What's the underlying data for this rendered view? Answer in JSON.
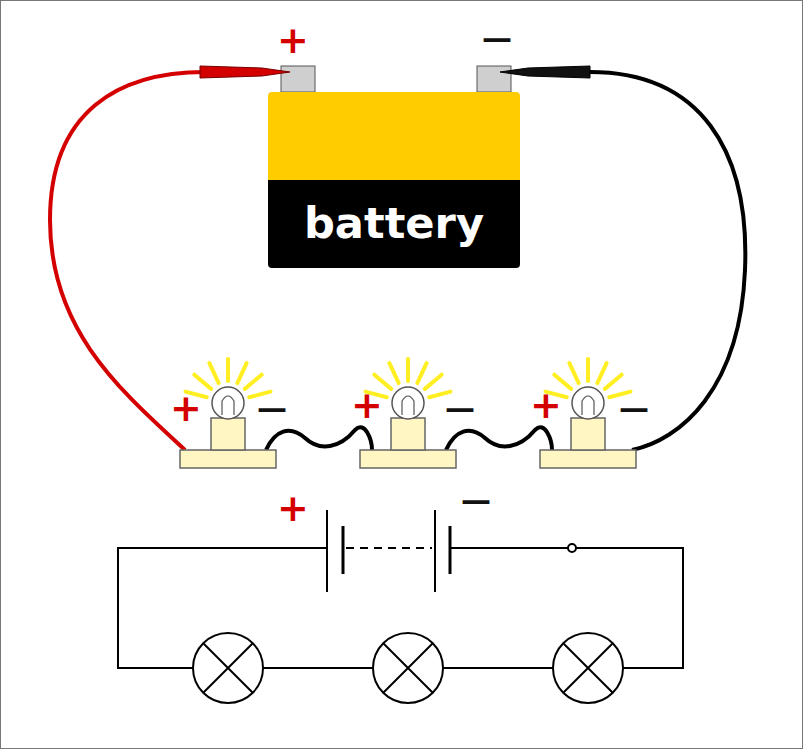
{
  "diagram": {
    "nodes": [
      {
        "text": [
          "battery"
        ]
      }
    ],
    "labels": [
      "+",
      "—",
      "+",
      "—",
      "+",
      "—",
      "+",
      "—",
      "+",
      "—"
    ]
  }
}
